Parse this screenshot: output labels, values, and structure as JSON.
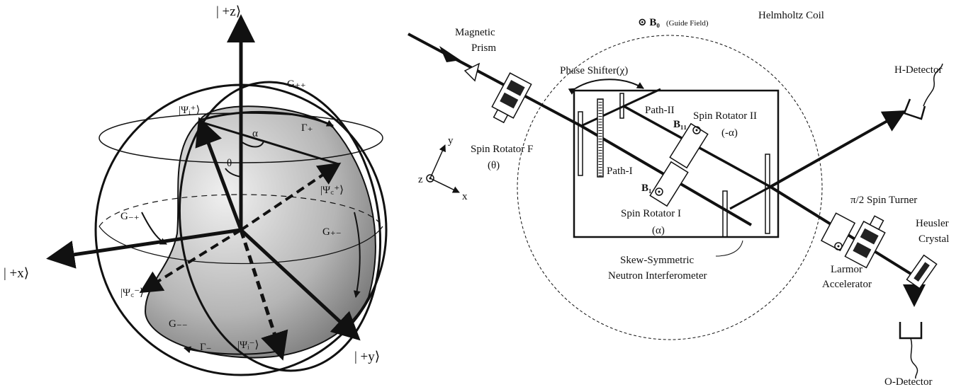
{
  "bloch": {
    "axis_z": "| +z⟩",
    "axis_x": "| +x⟩",
    "axis_y": "| +y⟩",
    "psi_i_plus": "|Ψᵢ⁺⟩",
    "psi_f_plus": "|Ψ꜀⁺⟩",
    "psi_f_minus": "|Ψ꜀⁻⟩",
    "psi_i_minus": "|Ψᵢ⁻⟩",
    "G_pp": "G₊₊",
    "G_mp": "G₋₊",
    "G_pm": "G₊₋",
    "G_mm": "G₋₋",
    "Gamma_p": "Γ₊",
    "Gamma_m": "Γ₋",
    "alpha": "α",
    "theta": "θ"
  },
  "setup": {
    "magnetic_prism_1": "Magnetic",
    "magnetic_prism_2": "Prism",
    "guide_field_symbol": "⊙ B₀",
    "guide_field_note": "(Guide Field)",
    "helmholtz": "Helmholtz Coil",
    "phase_shifter": "Phase Shifter(χ)",
    "path_ii": "Path-II",
    "path_i": "Path-I",
    "spin_rotator_ii": "Spin Rotator II",
    "spin_rotator_ii_angle": "(-α)",
    "b_ii": "B₁₁",
    "b_i": "B₁",
    "spin_rotator_i": "Spin Rotator I",
    "spin_rotator_i_angle": "(α)",
    "spin_rotator_f": "Spin Rotator F",
    "spin_rotator_f_angle": "(θ)",
    "interferometer_1": "Skew-Symmetric",
    "interferometer_2": "Neutron Interferometer",
    "h_detector": "H-Detector",
    "spin_turner": "π/2 Spin Turner",
    "heusler_1": "Heusler",
    "heusler_2": "Crystal",
    "larmor_1": "Larmor",
    "larmor_2": "Accelerator",
    "o_detector": "O-Detector",
    "coord_y": "y",
    "coord_z": "z",
    "coord_x": "x"
  }
}
